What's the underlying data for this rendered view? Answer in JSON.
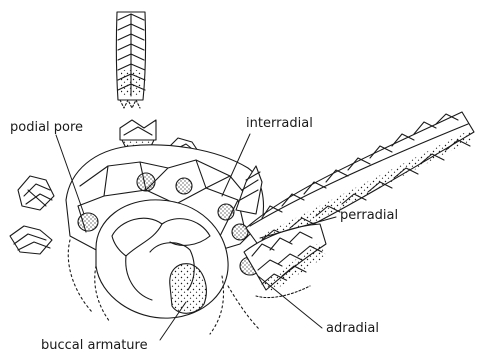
{
  "figure": {
    "labels": {
      "podial_pore": "podial pore",
      "interradial": "interradial",
      "perradial": "perradial",
      "adradial": "adradial",
      "buccal_armature": "buccal armature"
    },
    "ink_color": "#1a1a1a",
    "background_color": "#ffffff"
  }
}
